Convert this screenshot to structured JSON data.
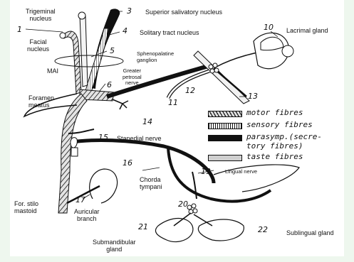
{
  "labels": {
    "trigeminal": "Trigeminal\nnucleus",
    "facial": "Facial\nnucleus",
    "mai": "MAI",
    "superior_salivatory": "Superior salivatory nucleus",
    "solitary_tract": "Solitary tract nucleus",
    "lacrimal": "Lacrimal gland",
    "sphenopalatine": "Sphenopalatine\nganglion",
    "greater_petrosal": "Greater\npetrosal\nnerve",
    "foramen": "Foramen\nmeatus",
    "stapedial": "Stapedial nerve",
    "chorda": "Chorda\ntympani",
    "lingual": "Lingual nerve",
    "for_stilo": "For. stilo\nmastoid",
    "auricular": "Auricular\nbranch",
    "submandibular": "Submandibular\ngland",
    "sublingual": "Sublingual gland"
  },
  "numbers": {
    "n1": "1",
    "n3": "3",
    "n4": "4",
    "n5": "5",
    "n6": "6",
    "n10": "10",
    "n11": "11",
    "n12": "12",
    "n13": "13",
    "n14": "14",
    "n15": "15",
    "n16": "16",
    "n17": "17",
    "n19": "19",
    "n20": "20",
    "n21": "21",
    "n22": "22"
  },
  "legend": {
    "motor": "motor fibres",
    "sensory": "sensory fibres",
    "parasymp_1": "parasymp.(secre-",
    "parasymp_2": "tory fibres)",
    "taste": "taste fibres"
  },
  "colors": {
    "ink": "#111111",
    "taste_fill": "#cfcfcf",
    "edge_tint": "#eef7ee"
  }
}
